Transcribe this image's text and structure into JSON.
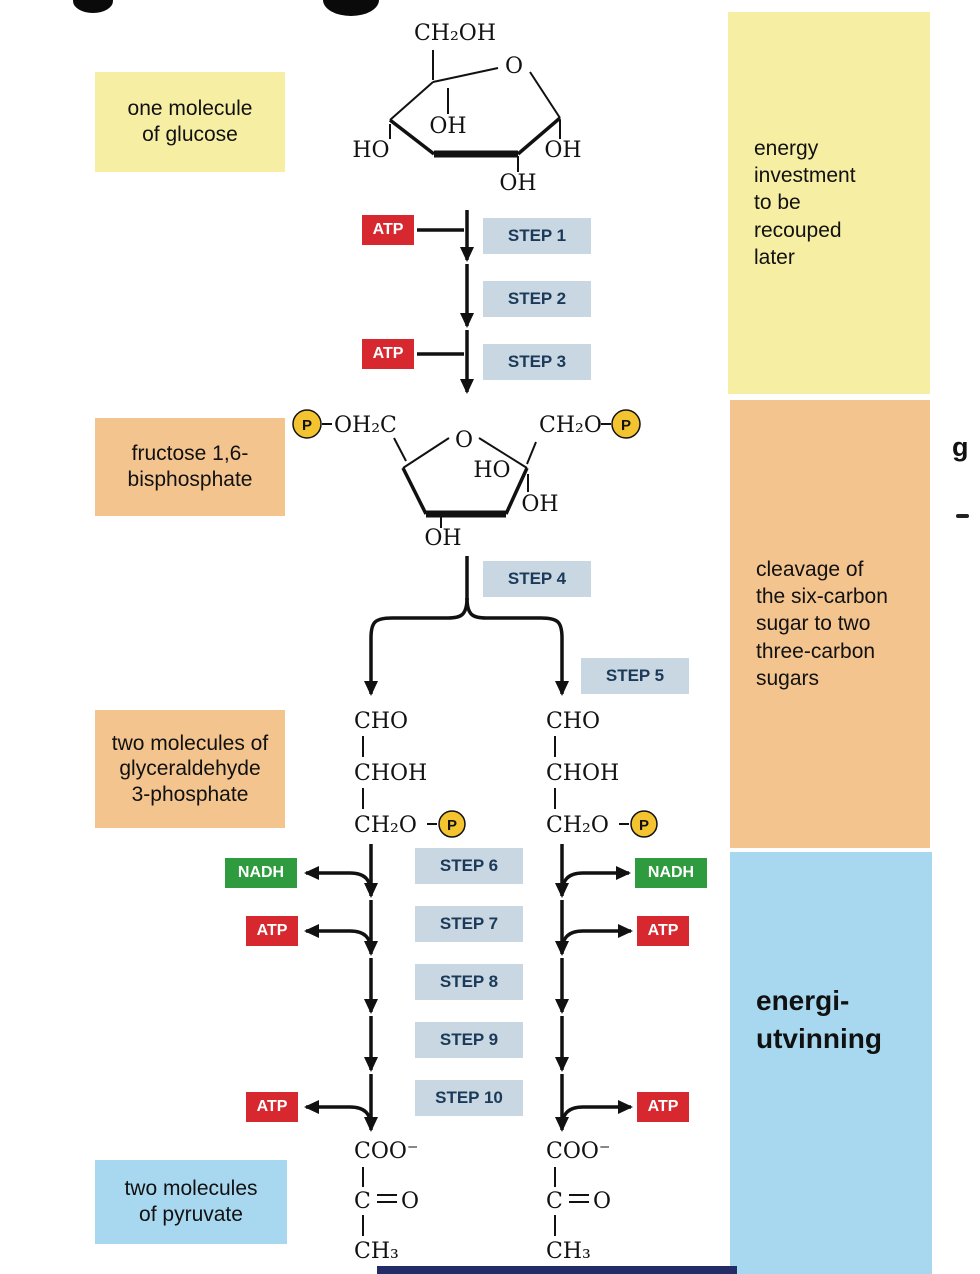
{
  "side_labels": {
    "glucose": "one molecule\nof glucose",
    "fructose": "fructose 1,6-\nbisphosphate",
    "g3p": "two molecules of\nglyceraldehyde\n3-phosphate",
    "pyruvate": "two molecules\nof pyruvate"
  },
  "phase_notes": {
    "investment": "energy\ninvestment\nto be\nrecouped\nlater",
    "cleavage": "cleavage of\nthe six-carbon\nsugar to two\nthree-carbon\nsugars",
    "payoff": "energi-\nutvinning"
  },
  "steps": [
    "STEP 1",
    "STEP 2",
    "STEP 3",
    "STEP 4",
    "STEP 5",
    "STEP 6",
    "STEP 7",
    "STEP 8",
    "STEP 9",
    "STEP 10"
  ],
  "badges": {
    "atp": "ATP",
    "nadh": "NADH",
    "phosphate": "P"
  },
  "molecules": {
    "glucose": {
      "ch2oh": "CH₂OH",
      "ring_o": "O",
      "oh_inner": "OH",
      "ho_left": "HO",
      "oh_right": "OH",
      "oh_bottom": "OH"
    },
    "fructose_bisphosphate": {
      "left_chain": "OH₂C",
      "ring_o": "O",
      "right_chain": "CH₂O",
      "ho_inner": "HO",
      "oh_right": "OH",
      "oh_bottom": "OH"
    },
    "g3p": {
      "c1": "CHO",
      "c2": "CHOH",
      "c3": "CH₂O"
    },
    "pyruvate": {
      "c1": "COO⁻",
      "c2_c": "C",
      "c2_o": "O",
      "c3": "CH₃"
    }
  },
  "edge_fragment": "g",
  "colors": {
    "yellow": "#F6EFA3",
    "orange": "#F3C48E",
    "blue": "#A8D8F0",
    "step_box": "#C8D7E1",
    "atp_red": "#D7282F",
    "nadh_green": "#2E9C3E",
    "phosphate_gold": "#F4C430",
    "footer_navy": "#222C66"
  }
}
